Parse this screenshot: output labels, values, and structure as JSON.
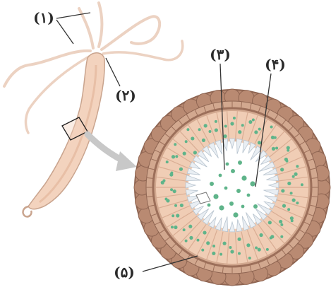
{
  "labels": {
    "l1": "(۱)",
    "l2": "(۲)",
    "l3": "(۳)",
    "l4": "(۴)",
    "l5": "(۵)"
  },
  "colors": {
    "body_fill": "#f3d3be",
    "body_stroke": "#c9a48e",
    "wall_outer": "#b98a72",
    "wall_outer_stroke": "#8f6552",
    "wall_band": "#c89a80",
    "cell_fill": "#f0cdb5",
    "lumen": "#ffffff",
    "villi": "#e9eef3",
    "green_dot": "#5fb48a",
    "arrow": "#c8c8c8"
  }
}
